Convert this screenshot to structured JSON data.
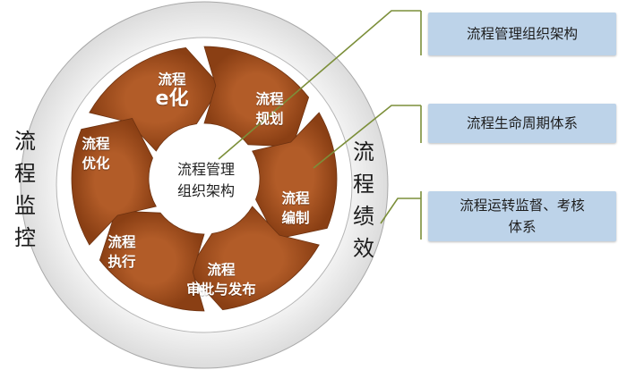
{
  "diagram": {
    "outer_left": {
      "chars": [
        "流",
        "程",
        "监",
        "控"
      ]
    },
    "outer_right": {
      "chars": [
        "流",
        "程",
        "绩",
        "效"
      ]
    },
    "center": {
      "line1": "流程管理",
      "line2": "组织架构"
    },
    "segments": [
      {
        "line1": "流程",
        "line2": "e化"
      },
      {
        "line1": "流程",
        "line2": "规划"
      },
      {
        "line1": "流程",
        "line2": "编制"
      },
      {
        "line1": "流程",
        "line2": "审批与发布"
      },
      {
        "line1": "流程",
        "line2": "执行"
      },
      {
        "line1": "流程",
        "line2": "优化"
      }
    ],
    "boxes": [
      {
        "line1": "流程管理组织架构",
        "line2": ""
      },
      {
        "line1": "流程生命周期体系",
        "line2": ""
      },
      {
        "line1": "流程运转监督、考核",
        "line2": "体系"
      }
    ],
    "colors": {
      "arrow": "#9a4a1c",
      "arrow_dark": "#6e3210",
      "ring": "#ebebeb",
      "box": "#bdd3e9",
      "connector": "#7c8f3a"
    }
  }
}
